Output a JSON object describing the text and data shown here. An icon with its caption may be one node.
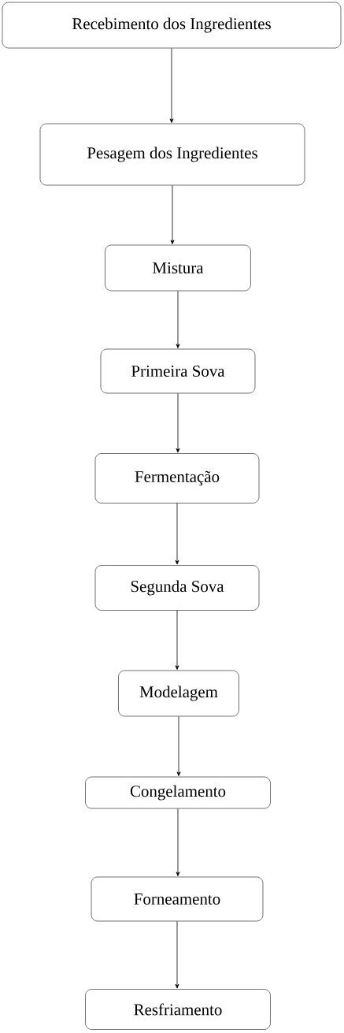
{
  "diagram": {
    "nodes": [
      {
        "text": [
          "Recebimento dos Ingredientes"
        ]
      },
      {
        "text": [
          "Pesagem dos Ingredientes"
        ]
      },
      {
        "text": [
          "Mistura"
        ]
      },
      {
        "text": [
          "Primeira Sova"
        ]
      },
      {
        "text": [
          "Fermentação"
        ]
      },
      {
        "text": [
          "Segunda Sova"
        ]
      },
      {
        "text": [
          "Modelagem"
        ]
      },
      {
        "text": [
          "Congelamento"
        ]
      },
      {
        "text": [
          "Forneamento"
        ]
      },
      {
        "text": [
          "Resfriamento"
        ]
      }
    ],
    "edges": [
      {
        "from": 0,
        "to": 1,
        "arrow": "to"
      },
      {
        "from": 1,
        "to": 2,
        "arrow": "to"
      },
      {
        "from": 2,
        "to": 3,
        "arrow": "to"
      },
      {
        "from": 3,
        "to": 4,
        "arrow": "to"
      },
      {
        "from": 4,
        "to": 5,
        "arrow": "to"
      },
      {
        "from": 5,
        "to": 6,
        "arrow": "to"
      },
      {
        "from": 6,
        "to": 7,
        "arrow": "to"
      },
      {
        "from": 7,
        "to": 8,
        "arrow": "to"
      },
      {
        "from": 8,
        "to": 9,
        "arrow": "to"
      }
    ]
  }
}
